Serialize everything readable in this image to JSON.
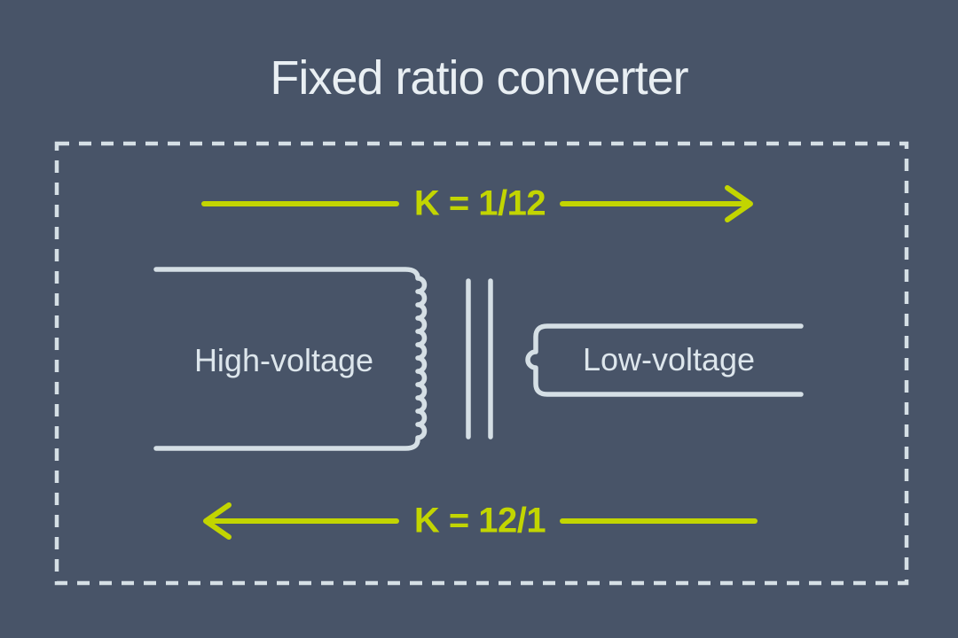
{
  "title": "Fixed ratio converter",
  "colors": {
    "background": "#485468",
    "line_light": "#d5dfe5",
    "accent_green": "#c2d500",
    "title_text": "#e9eff3",
    "label_text": "#dde6ec"
  },
  "diagram": {
    "boundary_style": "dashed",
    "top_arrow": {
      "label": "K = 1/12",
      "direction": "right"
    },
    "bottom_arrow": {
      "label": "K = 12/1",
      "direction": "left"
    },
    "high_voltage": {
      "label": "High-voltage",
      "winding_turns": 12
    },
    "low_voltage": {
      "label": "Low-voltage",
      "winding_turns": 1
    }
  }
}
